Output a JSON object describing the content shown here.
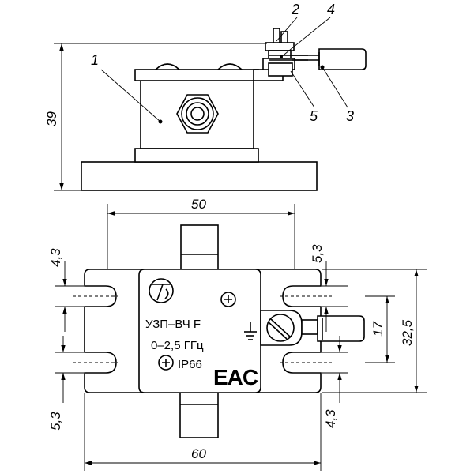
{
  "figure": {
    "callouts": [
      "1",
      "2",
      "3",
      "4",
      "5"
    ],
    "dimensions": {
      "height": "39",
      "body_width": "50",
      "total_width": "60",
      "total_height": "32,5",
      "center_span": "17",
      "slot_top_left": "4,3",
      "slot_top_right": "5,3",
      "slot_bottom_left": "5,3",
      "slot_bottom_right": "4,3"
    },
    "plate": {
      "model": "УЗП–ВЧ F",
      "frequency": "0–2,5 ГГц",
      "protection": "IP66",
      "cert_mark": "EAC"
    }
  }
}
